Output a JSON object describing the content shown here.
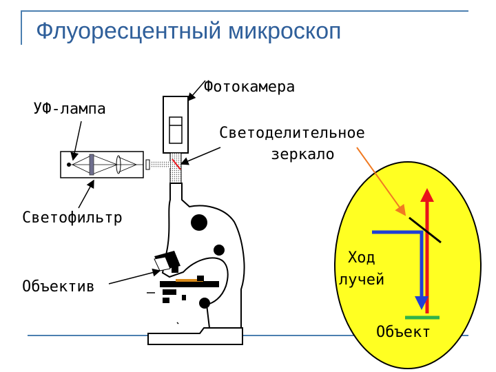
{
  "title": "Флуоресцентный микроскоп",
  "labels": {
    "camera": "Фотокамера",
    "uv_lamp": "УФ-лампа",
    "mirror_line1": "Светоделительное",
    "mirror_line2": "зеркало",
    "filter": "Светофильтр",
    "objective": "Объектив",
    "path_line1": "Ход",
    "path_line2": "лучей",
    "object": "Объект"
  },
  "colors": {
    "frame": "#4b7fb0",
    "title": "#2f5f9a",
    "ellipse_fill": "#ffff22",
    "ray_red": "#e8141a",
    "ray_blue": "#1f3fd6",
    "object_bar": "#2fb24a",
    "pointer_orange": "#f07a22"
  }
}
